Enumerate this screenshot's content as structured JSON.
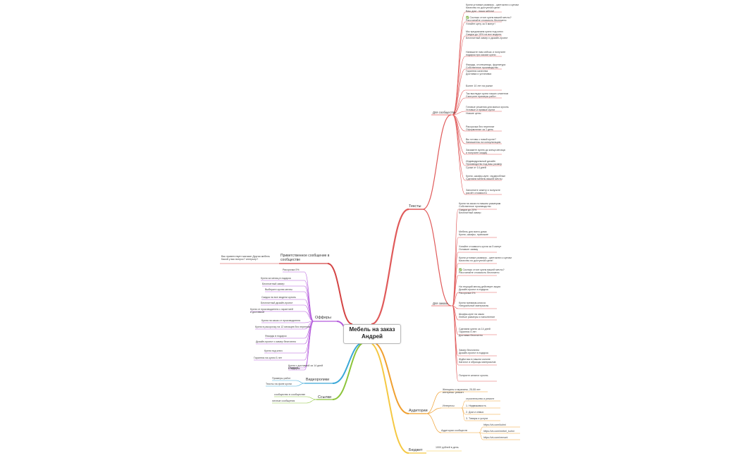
{
  "root": "Мебель на заказ\nАндрей",
  "branches": {
    "texts": "Тексты",
    "texts_sub_community": "Для сообщества",
    "texts_sub_ads": "Для заказа",
    "greeting": "Приветственное сообщение  в\nсообществе",
    "greeting_text": "Вас приветствует магазин Другая мебель\nКакой у вас вопрос? интерьер?",
    "offers": "Офферы",
    "videos": "Видеоролики",
    "links": "Ссылки",
    "audience": "Аудитории",
    "budget": "Бюджет"
  },
  "community_texts": [
    "Кухни угловые размеры - цветоключ к ценам\nКачество по доступной цене!\nВаш дом - наша забота!",
    "✅ Сколько стоит кухня вашей мечты?\nРассчитайте стоимость бесплатно\nУзнайте цену за 5 минут!",
    "Мы предлагаем кухни под ключ\nСкидка до 15% на все модели\nБесплатный замер и дизайн-проект",
    "Напишите нам сейчас и получите\nподарок при заказе кухни",
    "Фасады, столешницы, фурнитура\nСобственное производство\nГарантия качества\nДоставка и установка",
    "Более 10 лет на рынке",
    "Так выглядят кухни наших клиентов\nСмотрите примеры работ",
    "Готовые решения для малых кухонь\nУгловые и прямые кухни\nНизкие цены",
    "Рассрочка без переплат\nОформление за 1 день",
    "Вы готовы к новой кухне?\nЗапишитесь на консультацию",
    "Закажите кухню до конца месяца\nи получите скидку",
    "Индивидуальный дизайн\nПроизводство под ваш размер\nСроки от 14 дней",
    "Кухни, шкафы-купе, гардеробные\nСделаем мебель вашей мечты",
    "Заполните анкету и получите\nрасчёт стоимости"
  ],
  "ads_texts": [
    "Кухни на заказ по вашим размерам\nСобственное производство\nСкидки до 20%\nБесплатный замер",
    "Мебель для всего дома\nКухни, шкафы, прихожие",
    "Узнайте стоимость кухни за 5 минут\nОставьте заявку",
    "Кухни угловые размеры - цветоключ к ценам\nКачество по доступной цене!",
    "✅ Сколько стоит кухня вашей мечты?\nРассчитайте стоимость бесплатно",
    "На текущий месяц действует акция\nДизайн-проект в подарок\nРассрочка 0%",
    "Кухни премиум-класса\nНатуральные материалы",
    "Шкафы-купе на заказ\nЛюбые размеры и наполнение",
    "Сделаем кухню за 14 дней\nГарантия 5 лет\nДоставка бесплатно",
    "Замер бесплатно\nДизайн-проект в подарок",
    "Ждём вас в нашем салоне\nКаталог и образцы материалов",
    "Получите каталог кухонь"
  ],
  "offers": [
    "Рассрочка 0%",
    "Кухня за месяц в подарок",
    "Бесплатный замер",
    "Выберите кухню мечты",
    "Скидка на все модели кухонь",
    "Бесплатный дизайн-проект",
    "Кухни от производителя с гарантией\nи доставкой",
    "Кухни на заказ от производителя",
    "Кухня в рассрочку на 12 месяцев без переплат",
    "Фасады в подарок",
    "Дизайн-проект и замер бесплатно",
    "Кухня под ключ",
    "Гарантия на кухни 5 лет",
    "Кухня с доставкой за 14 дней\nв подарок",
    "Подарок"
  ],
  "videos": [
    "Примеры работ",
    "Тексты на фоне кухни"
  ],
  "links": [
    "сообщество в сообществе",
    "личные сообщения"
  ],
  "audience": {
    "intro": "Женщины и мужчины, 25-55 лет\nинтересы: ремонт",
    "interests_label": "Интересы",
    "interests": [
      "строительство и ремонт",
      "1. Недвижимость",
      "2. Дом и семья",
      "3. Товары и услуги"
    ],
    "groups_label": "Аудитории сообществ",
    "groups": [
      "https://vk.com/kuhni",
      "https://vk.com/mebel_kuhni",
      "https://vk.com/remont"
    ]
  },
  "budget": "1000 рублей в день",
  "colors": {
    "texts": "#e05a5a",
    "greeting": "#d44444",
    "offers": "#b45adc",
    "videos": "#3aa8d8",
    "links": "#8cc43a",
    "audience": "#f0a030",
    "budget": "#f5c842"
  }
}
